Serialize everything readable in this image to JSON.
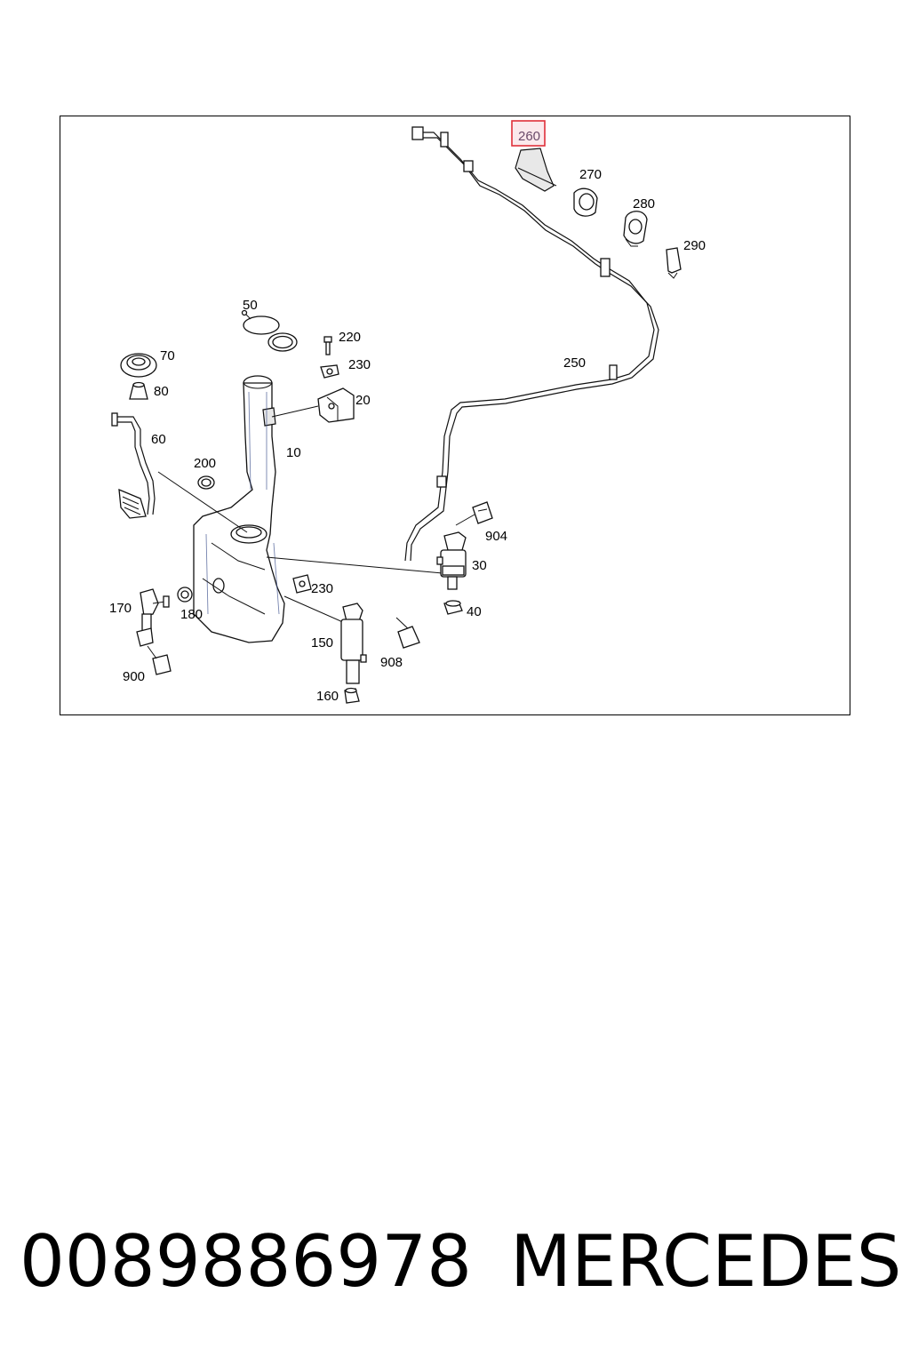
{
  "diagram": {
    "labels": {
      "l10": "10",
      "l20": "20",
      "l30": "30",
      "l40": "40",
      "l50": "50",
      "l60": "60",
      "l70": "70",
      "l80": "80",
      "l150": "150",
      "l160": "160",
      "l170": "170",
      "l180": "180",
      "l200": "200",
      "l220": "220",
      "l230a": "230",
      "l230b": "230",
      "l250": "250",
      "l260": "260",
      "l270": "270",
      "l280": "280",
      "l290": "290",
      "l900": "900",
      "l904": "904",
      "l908": "908"
    },
    "highlight_color": "#e0303a"
  },
  "footer": {
    "part_number": "0089886978",
    "brand": "MERCEDES"
  }
}
